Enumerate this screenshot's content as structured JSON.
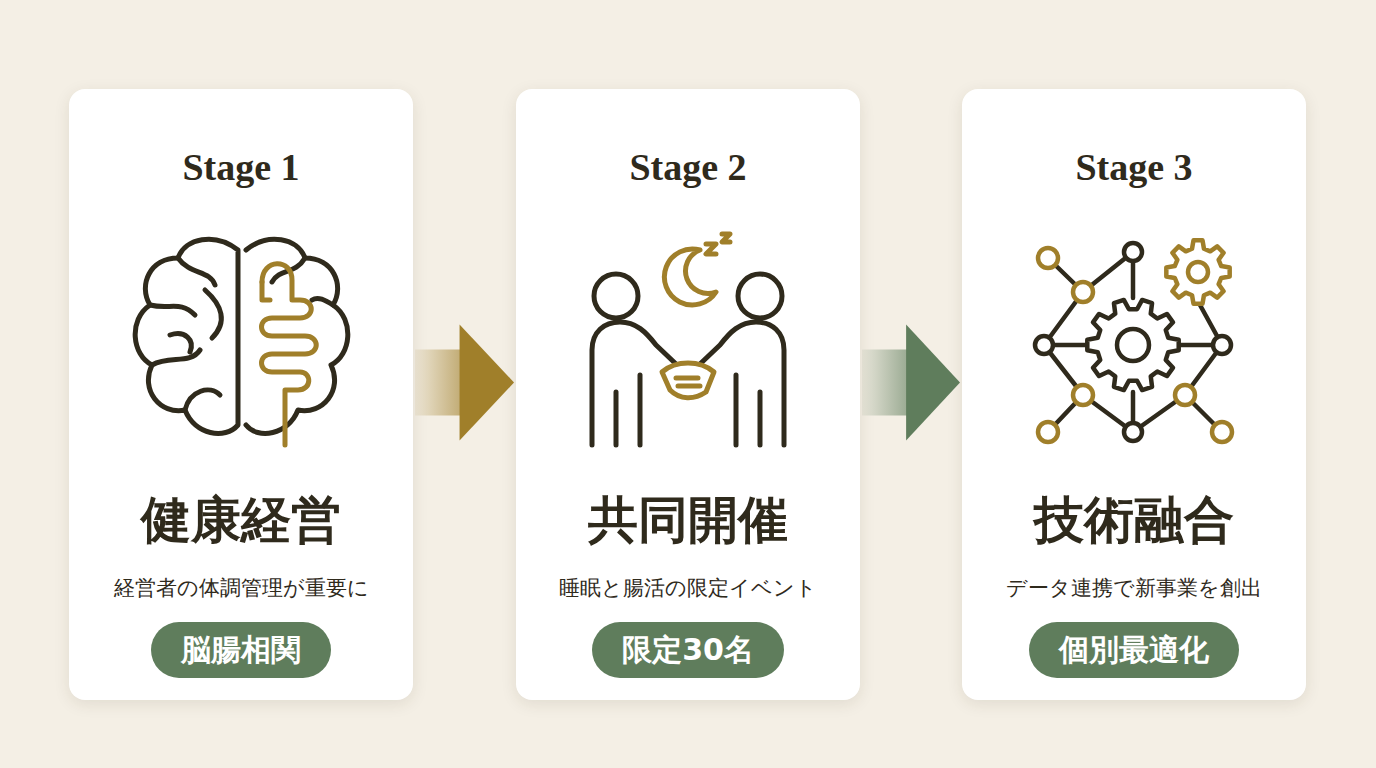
{
  "diagram": {
    "nodes": [
      {
        "text": [
          "Stage 1",
          "健康経営",
          "経営者の体調管理が重要に"
        ]
      },
      {
        "text": [
          "脳腸相関"
        ],
        "in": 0
      },
      {
        "text": [
          "Stage 2",
          "共同開催",
          "睡眠と腸活の限定イベント"
        ]
      },
      {
        "text": [
          "限定30名"
        ],
        "in": 2
      },
      {
        "text": [
          "Stage 3",
          "技術融合",
          "データ連携で新事業を創出"
        ]
      },
      {
        "text": [
          "個別最適化"
        ],
        "in": 4
      }
    ],
    "edges": [
      {
        "from": 0,
        "to": 2,
        "arrow": "to"
      },
      {
        "from": 2,
        "to": 4,
        "arrow": "to"
      }
    ]
  }
}
